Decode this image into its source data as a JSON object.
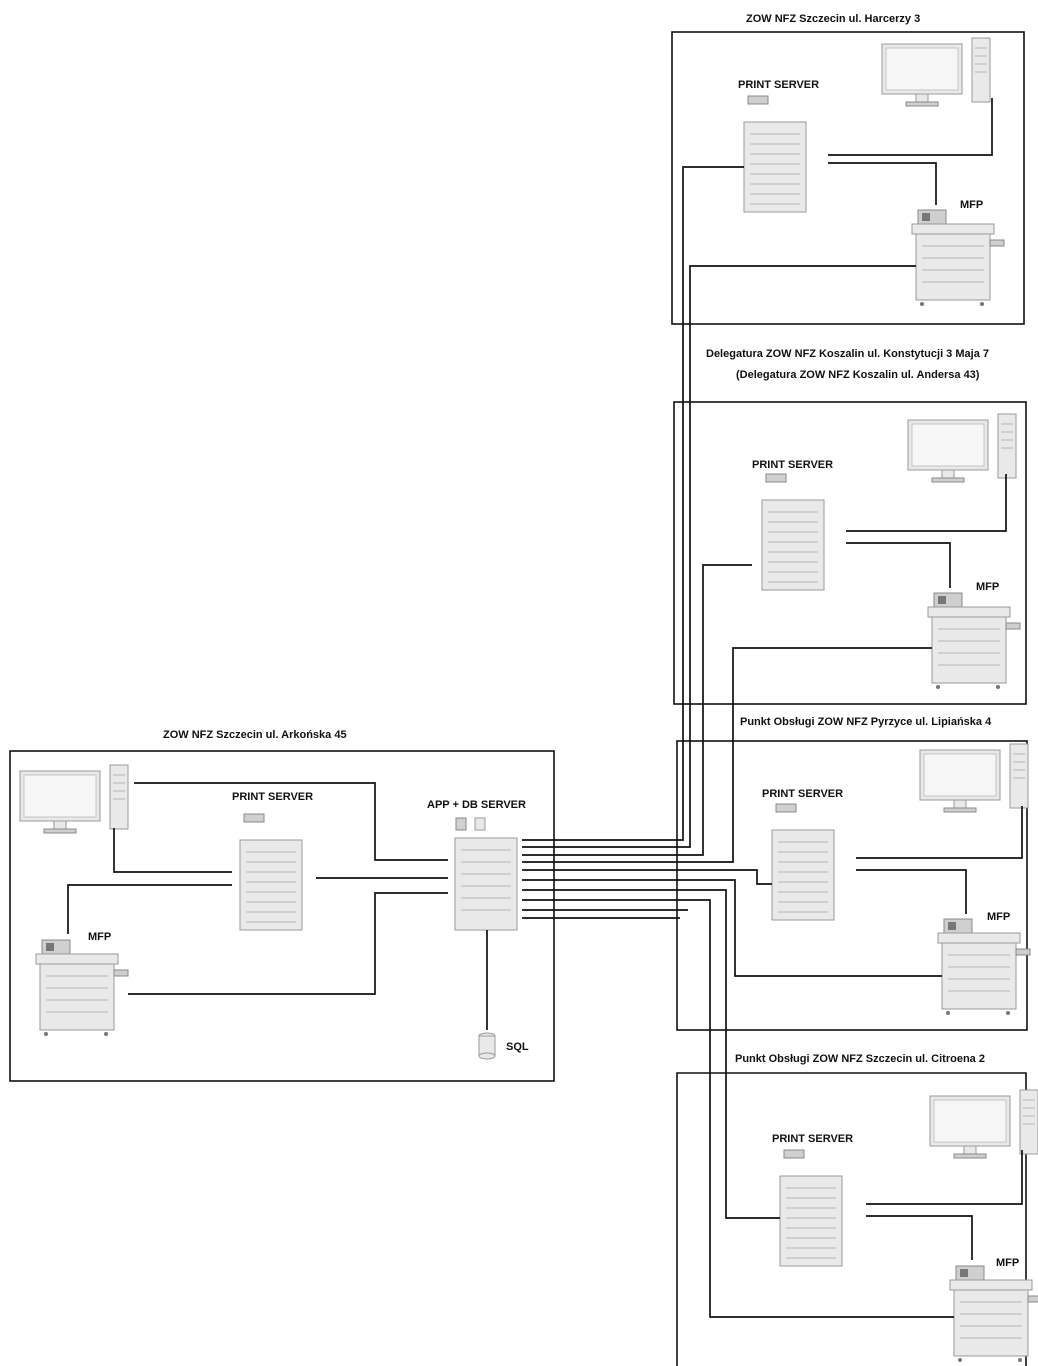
{
  "sites": {
    "arkonska": {
      "title": "ZOW NFZ Szczecin ul. Arkońska 45",
      "print_server": "PRINT SERVER",
      "app_server": "APP + DB SERVER",
      "mfp": "MFP",
      "sql": "SQL"
    },
    "harcerzy": {
      "title": "ZOW NFZ Szczecin ul. Harcerzy 3",
      "print_server": "PRINT SERVER",
      "mfp": "MFP"
    },
    "koszalin": {
      "title_line1": "Delegatura ZOW NFZ Koszalin ul. Konstytucji 3 Maja 7",
      "title_line2": "(Delegatura ZOW NFZ Koszalin ul. Andersa 43)",
      "print_server": "PRINT SERVER",
      "mfp": "MFP"
    },
    "pyrzyce": {
      "title": "Punkt Obsługi ZOW NFZ Pyrzyce ul. Lipiańska 4",
      "print_server": "PRINT SERVER",
      "mfp": "MFP"
    },
    "citroena": {
      "title": "Punkt Obsługi ZOW NFZ Szczecin ul. Citroena 2",
      "print_server": "PRINT SERVER",
      "mfp": "MFP"
    }
  },
  "icons": {
    "workstation": "desktop-computer-icon",
    "print_server": "server-tower-icon",
    "mfp": "multifunction-printer-icon",
    "database": "database-cylinder-icon"
  }
}
